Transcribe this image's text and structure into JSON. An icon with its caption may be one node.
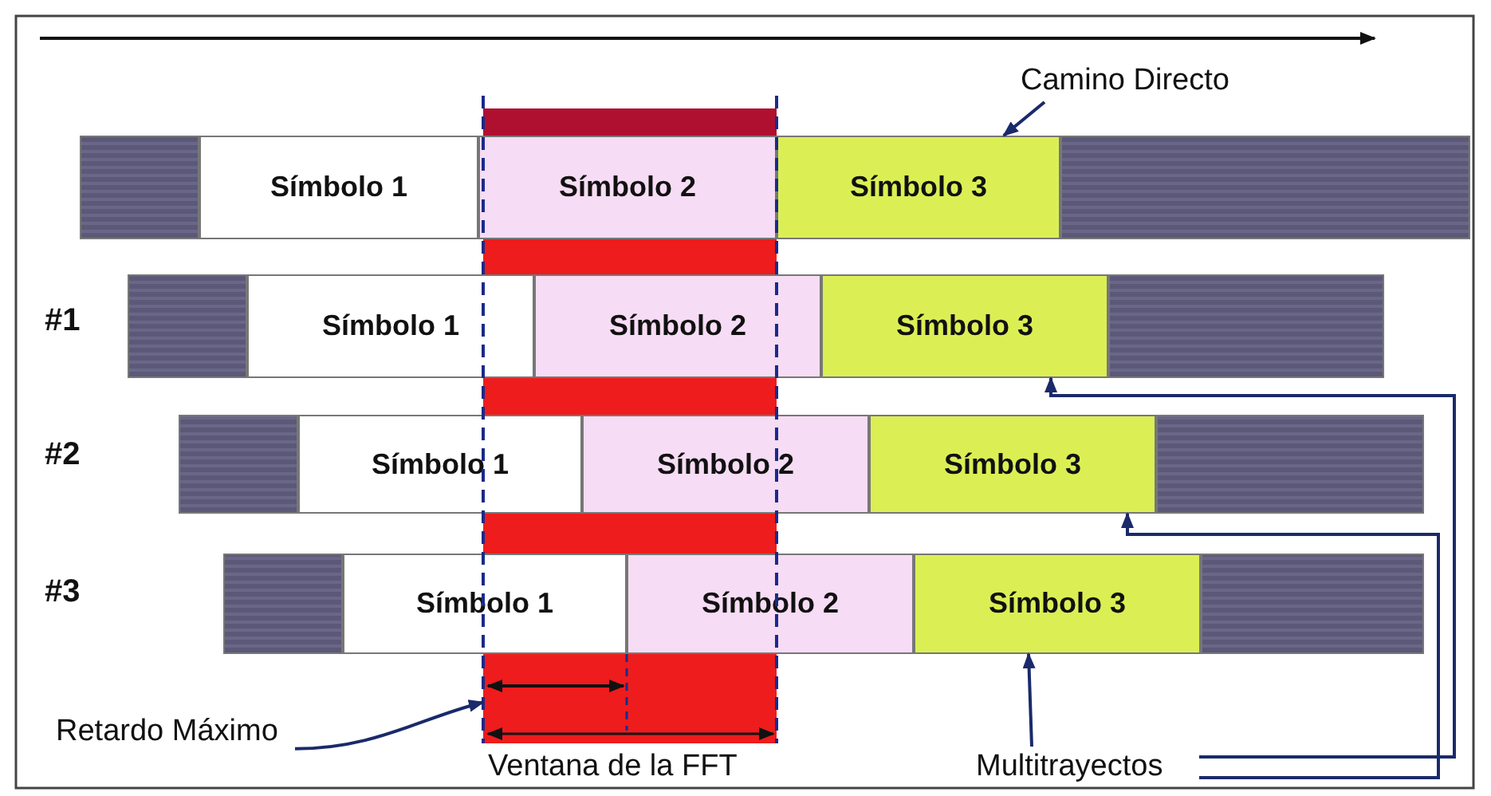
{
  "diagram": {
    "nodes": [
      {
        "text": [
          "Camino Directo"
        ]
      },
      {
        "text": [],
        "shape": "box"
      },
      {
        "text": [
          "Símbolo 1"
        ]
      },
      {
        "text": [
          "Símbolo 2"
        ]
      },
      {
        "text": [
          "Símbolo 3"
        ]
      },
      {
        "text": [],
        "shape": "box"
      },
      {
        "text": [],
        "shape": "box"
      },
      {
        "text": [
          "Símbolo 1"
        ]
      },
      {
        "text": [
          "Símbolo 2"
        ]
      },
      {
        "text": [
          "Símbolo 3"
        ]
      },
      {
        "text": [],
        "shape": "box"
      },
      {
        "text": [],
        "shape": "box"
      },
      {
        "text": [
          "Símbolo 1"
        ]
      },
      {
        "text": [
          "Símbolo 2"
        ]
      },
      {
        "text": [
          "Símbolo 3"
        ]
      },
      {
        "text": [],
        "shape": "box"
      },
      {
        "text": [],
        "shape": "box"
      },
      {
        "text": [
          "Símbolo 1"
        ]
      },
      {
        "text": [
          "Símbolo 2"
        ]
      },
      {
        "text": [
          "Símbolo 3"
        ]
      },
      {
        "text": [],
        "shape": "box"
      },
      {
        "text": [
          "Retardo Máximo"
        ]
      },
      {
        "text": [
          "Multitrayectos"
        ]
      },
      {
        "text": [],
        "shape": "bar"
      },
      {
        "text": [],
        "shape": "bar"
      },
      {
        "text": [],
        "shape": "bar"
      },
      {
        "text": [],
        "shape": "bar"
      },
      {
        "text": [],
        "shape": "bar"
      }
    ],
    "edges": [
      {
        "from": 0,
        "to": 4,
        "arrow": "to"
      },
      {
        "from": 21,
        "to": 27,
        "arrow": "to"
      },
      {
        "from": 22,
        "to": 9,
        "arrow": "to"
      },
      {
        "from": 22,
        "to": 14,
        "arrow": "to"
      },
      {
        "from": 22,
        "to": 19,
        "arrow": "to"
      }
    ],
    "labels": [
      "#1",
      "#2",
      "#3",
      "Ventana de la FFT"
    ]
  }
}
